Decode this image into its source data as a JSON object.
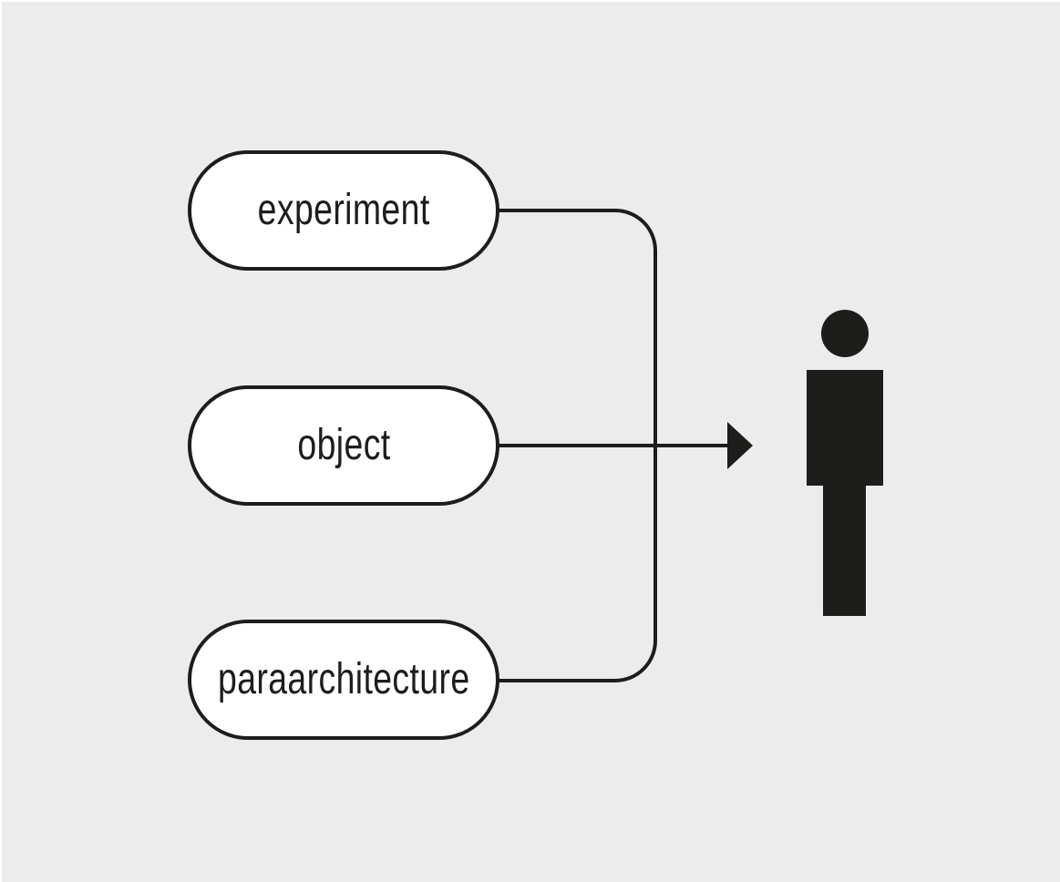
{
  "diagram": {
    "colors": {
      "background": "#ececec",
      "ink": "#1d1d1b",
      "node_fill": "#ffffff"
    },
    "nodes": [
      {
        "label": "experiment"
      },
      {
        "label": "object"
      },
      {
        "label": "paraarchitecture"
      }
    ],
    "edges": [
      {
        "from": "experiment",
        "to": "person"
      },
      {
        "from": "object",
        "to": "person"
      },
      {
        "from": "paraarchitecture",
        "to": "person"
      }
    ],
    "icons": {
      "arrow": "right-arrowhead",
      "person": "standing-person-pictogram"
    }
  }
}
